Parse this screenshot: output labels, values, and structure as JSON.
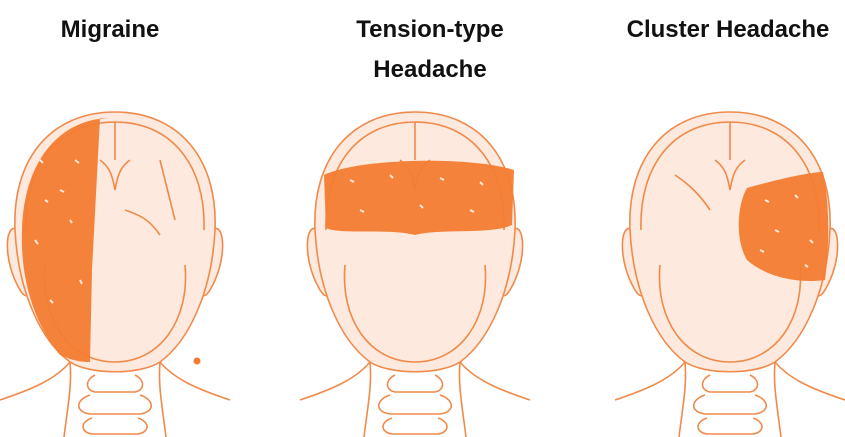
{
  "panels": [
    {
      "title_line1": "Migraine",
      "title_line2": ""
    },
    {
      "title_line1": "Tension-type",
      "title_line2": "Headache"
    },
    {
      "title_line1": "Cluster Headache",
      "title_line2": ""
    }
  ],
  "colors": {
    "outline": "#f08a4b",
    "skin": "#fde9dd",
    "pain": "#f47c30"
  },
  "icons": [
    "head-back-view-icon",
    "neck-vertebrae-icon"
  ]
}
